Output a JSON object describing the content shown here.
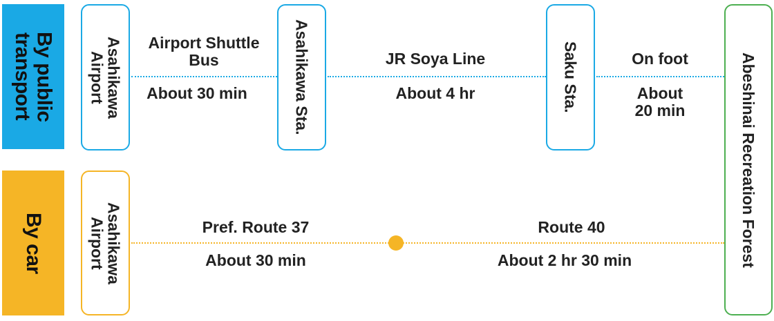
{
  "colors": {
    "public_transport": "#1aa9e5",
    "car": "#f5b526",
    "destination": "#4caf50",
    "text": "#222222"
  },
  "public_transport": {
    "mode_label": "By public\ntransport",
    "stops": [
      "Asahikawa\nAirport",
      "Asahikawa Sta.",
      "Saku Sta."
    ],
    "segments": [
      {
        "name": "Airport Shuttle\nBus",
        "duration": "About 30 min"
      },
      {
        "name": "JR Soya Line",
        "duration": "About 4 hr"
      },
      {
        "name": "On foot",
        "duration": "About\n20 min"
      }
    ]
  },
  "car": {
    "mode_label": "By car",
    "stops": [
      "Asahikawa\nAirport"
    ],
    "segments": [
      {
        "name": "Pref. Route 37",
        "duration": "About 30 min"
      },
      {
        "name": "Route 40",
        "duration": "About 2 hr 30 min"
      }
    ]
  },
  "destination": "Abeshinai Recreation Forest"
}
